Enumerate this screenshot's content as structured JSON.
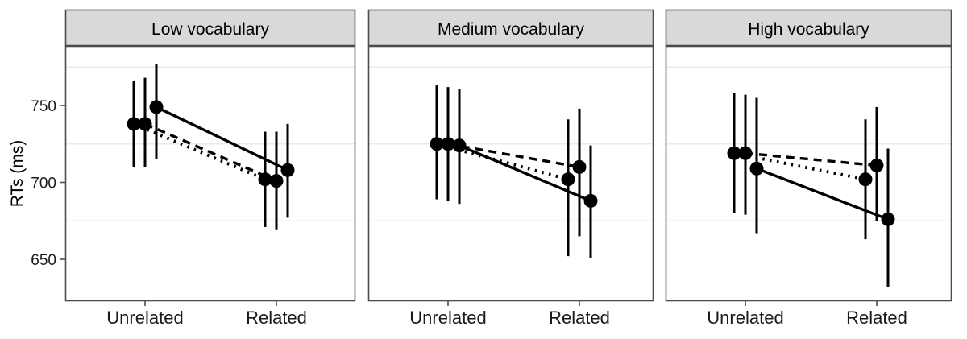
{
  "figure": {
    "ylabel": "RTs (ms)",
    "y_ticks": [
      "750",
      "700",
      "650"
    ],
    "x_ticks": [
      "Unrelated",
      "Related"
    ],
    "panel_titles": [
      "Low vocabulary",
      "Medium vocabulary",
      "High vocabulary"
    ],
    "colors": {
      "strip_fill": "#d9d9d9",
      "panel_border": "#4d4d4d",
      "grid_minor": "#ebebeb",
      "point": "#000000",
      "line": "#000000"
    }
  },
  "chart_data": {
    "type": "line",
    "title": "",
    "xlabel": "",
    "ylabel": "RTs (ms)",
    "ylim": [
      625,
      790
    ],
    "y_ticks": [
      750,
      700,
      650
    ],
    "y_minor_gridlines": [
      775,
      725,
      675
    ],
    "grid": true,
    "legend": "none",
    "categories": [
      "Unrelated",
      "Related"
    ],
    "panels": [
      {
        "name": "Low vocabulary",
        "series": [
          {
            "name": "dotted",
            "linestyle": "dotted",
            "values": [
              738,
              702
            ],
            "ci_low": [
              710,
              671
            ],
            "ci_high": [
              766,
              733
            ]
          },
          {
            "name": "dashed",
            "linestyle": "dashed",
            "values": [
              738,
              701
            ],
            "ci_low": [
              710,
              669
            ],
            "ci_high": [
              768,
              733
            ]
          },
          {
            "name": "solid",
            "linestyle": "solid",
            "values": [
              749,
              708
            ],
            "ci_low": [
              715,
              677
            ],
            "ci_high": [
              777,
              738
            ]
          }
        ]
      },
      {
        "name": "Medium vocabulary",
        "series": [
          {
            "name": "dotted",
            "linestyle": "dotted",
            "values": [
              725,
              702
            ],
            "ci_low": [
              689,
              652
            ],
            "ci_high": [
              763,
              741
            ]
          },
          {
            "name": "dashed",
            "linestyle": "dashed",
            "values": [
              725,
              710
            ],
            "ci_low": [
              688,
              665
            ],
            "ci_high": [
              762,
              748
            ]
          },
          {
            "name": "solid",
            "linestyle": "solid",
            "values": [
              724,
              688
            ],
            "ci_low": [
              686,
              651
            ],
            "ci_high": [
              761,
              724
            ]
          }
        ]
      },
      {
        "name": "High vocabulary",
        "series": [
          {
            "name": "dotted",
            "linestyle": "dotted",
            "values": [
              719,
              702
            ],
            "ci_low": [
              680,
              663
            ],
            "ci_high": [
              758,
              741
            ]
          },
          {
            "name": "dashed",
            "linestyle": "dashed",
            "values": [
              719,
              711
            ],
            "ci_low": [
              679,
              675
            ],
            "ci_high": [
              757,
              749
            ]
          },
          {
            "name": "solid",
            "linestyle": "solid",
            "values": [
              709,
              676
            ],
            "ci_low": [
              667,
              632
            ],
            "ci_high": [
              755,
              722
            ]
          }
        ]
      }
    ]
  }
}
